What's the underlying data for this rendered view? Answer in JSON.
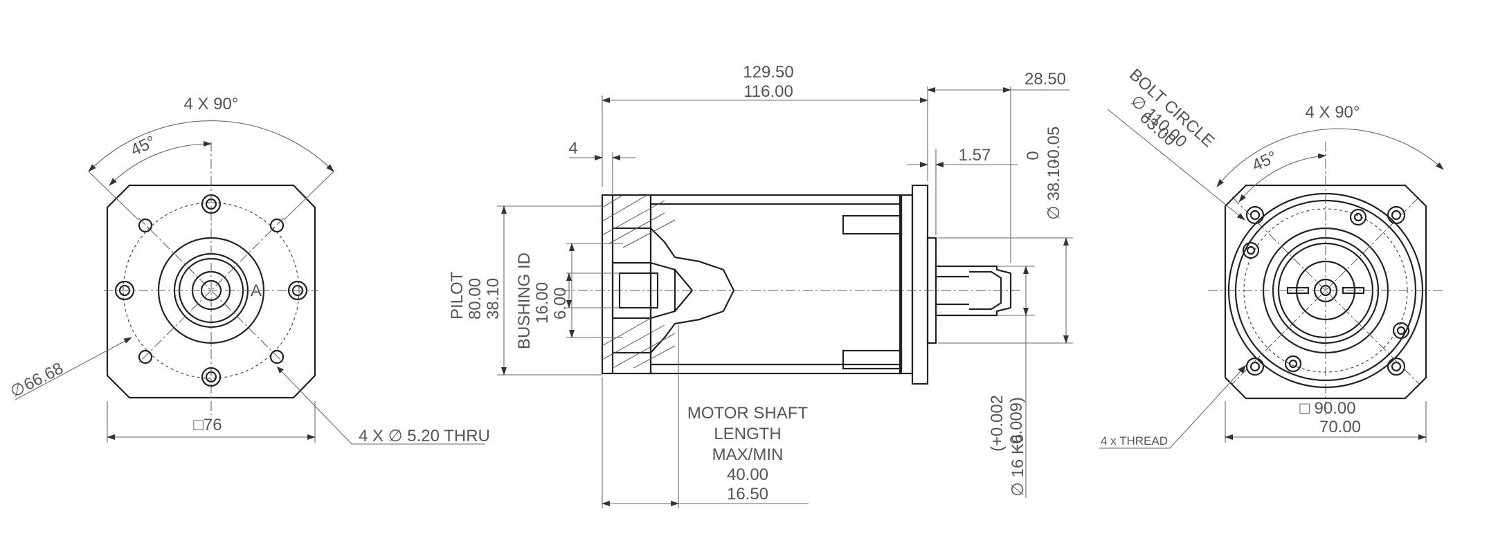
{
  "front_view": {
    "angle_total": "4 X 90°",
    "angle_half": "45°",
    "hole_diameter_prefix": "∅",
    "hole_diameter": "66.68",
    "square_size": "□76",
    "hole_callout": "4 X ∅ 5.20 THRU",
    "datum_label": "A"
  },
  "side_view": {
    "overall_length_1": "129.50",
    "overall_length_2": "116.00",
    "flange_offset": "4",
    "shaft_length": "28.50",
    "shaft_shoulder": "1.57",
    "pilot_diameter_label": "∅ 38.10",
    "pilot_tolerance_upper": "0",
    "pilot_tolerance_lower": "-0.05",
    "pilot_label": "PILOT",
    "pilot_value_1": "80.00",
    "pilot_value_2": "38.10",
    "bushing_label": "BUSHING ID",
    "bushing_value_1": "16.00",
    "bushing_value_2": "6.00",
    "motor_shaft_lines": [
      "MOTOR SHAFT",
      "LENGTH",
      "MAX/MIN",
      "40.00",
      "16.50"
    ],
    "shaft_fit_label": "∅ 16 K6",
    "shaft_fit_upper": "(+0.002",
    "shaft_fit_lower": "-0.009)"
  },
  "rear_view": {
    "bolt_circle_label": "BOLT CIRCLE",
    "bolt_circle_value_1": "∅ 110.00",
    "bolt_circle_value_2": "63.00",
    "angle_total": "4 X 90°",
    "angle_half": "45°",
    "thread_label": "4 x THREAD",
    "square_value_1": "□ 90.00",
    "square_value_2": "70.00"
  },
  "colors": {
    "line": "#222222",
    "text": "#555555",
    "background": "#ffffff"
  }
}
